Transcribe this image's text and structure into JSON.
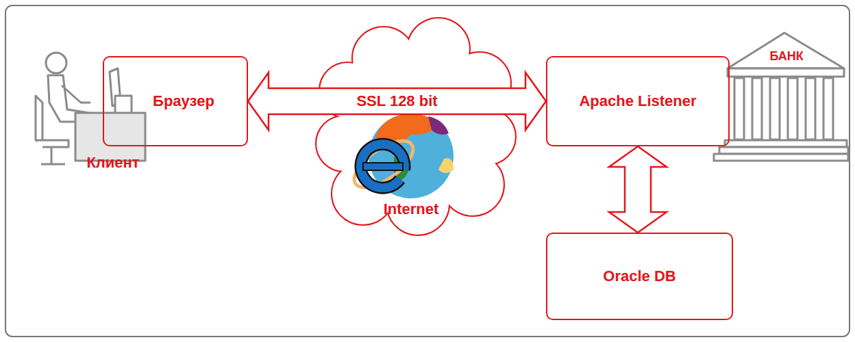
{
  "diagram": {
    "nodes": [
      {
        "text": [
          "Браузер"
        ]
      },
      {
        "text": [
          "Apache Listener"
        ]
      },
      {
        "text": [
          "Oracle DB"
        ]
      }
    ],
    "edges": [
      {
        "from": 0,
        "to": 1,
        "label": "SSL 128 bit",
        "arrow": "both"
      },
      {
        "from": 1,
        "to": 2,
        "arrow": "both"
      }
    ],
    "labels": [
      "Клиент",
      "Internet",
      "БАНК"
    ]
  }
}
